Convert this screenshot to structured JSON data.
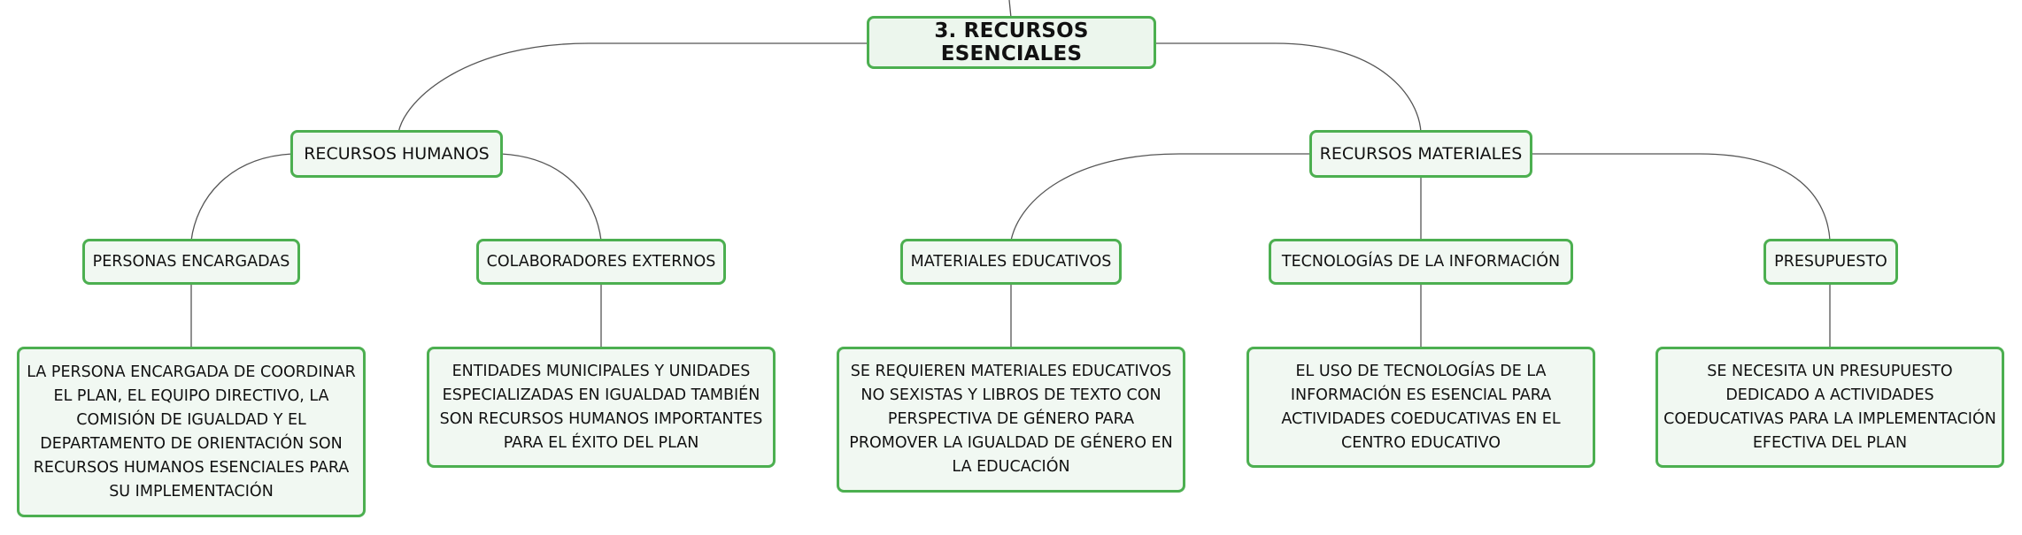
{
  "root": {
    "label": "3. RECURSOS ESENCIALES"
  },
  "branches": {
    "humanos": {
      "label": "RECURSOS HUMANOS",
      "children": {
        "personas": {
          "label": "PERSONAS ENCARGADAS",
          "detail": "LA PERSONA ENCARGADA DE COORDINAR EL PLAN, EL EQUIPO DIRECTIVO, LA COMISIÓN DE IGUALDAD Y EL DEPARTAMENTO DE ORIENTACIÓN SON RECURSOS HUMANOS ESENCIALES PARA SU IMPLEMENTACIÓN"
        },
        "colaboradores": {
          "label": "COLABORADORES EXTERNOS",
          "detail": "ENTIDADES MUNICIPALES Y UNIDADES ESPECIALIZADAS EN IGUALDAD TAMBIÉN SON RECURSOS HUMANOS IMPORTANTES PARA EL ÉXITO DEL PLAN"
        }
      }
    },
    "materiales": {
      "label": "RECURSOS MATERIALES",
      "children": {
        "educativos": {
          "label": "MATERIALES EDUCATIVOS",
          "detail": "SE REQUIEREN MATERIALES EDUCATIVOS NO SEXISTAS Y LIBROS DE TEXTO CON PERSPECTIVA DE GÉNERO PARA PROMOVER LA IGUALDAD DE GÉNERO EN LA EDUCACIÓN"
        },
        "tecnologias": {
          "label": "TECNOLOGÍAS DE LA INFORMACIÓN",
          "detail": "EL USO DE TECNOLOGÍAS DE LA INFORMACIÓN ES ESENCIAL PARA ACTIVIDADES COEDUCATIVAS EN EL CENTRO EDUCATIVO"
        },
        "presupuesto": {
          "label": "PRESUPUESTO",
          "detail": "SE NECESITA UN PRESUPUESTO DEDICADO A ACTIVIDADES COEDUCATIVAS PARA LA IMPLEMENTACIÓN EFECTIVA DEL PLAN"
        }
      }
    }
  },
  "colors": {
    "node_border": "#4caf50",
    "node_fill": "#f1f8f2",
    "connector": "#555555",
    "text": "#111111"
  }
}
